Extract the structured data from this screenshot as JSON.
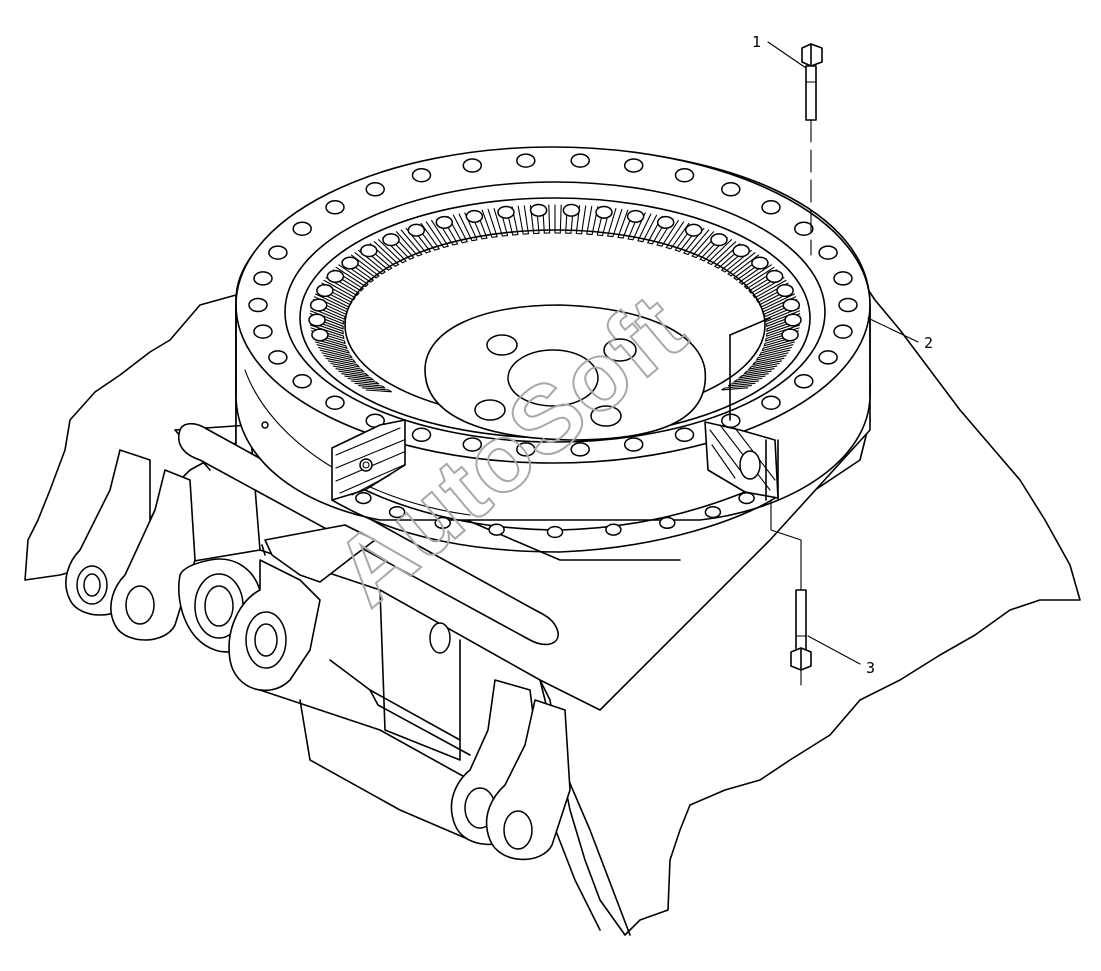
{
  "callouts": [
    {
      "id": "1",
      "label": "1"
    },
    {
      "id": "2",
      "label": "2"
    },
    {
      "id": "3",
      "label": "3"
    }
  ],
  "watermark": "AutoSoft",
  "colors": {
    "line": "#000000",
    "background": "#ffffff",
    "watermark": "#a8a8a8"
  }
}
